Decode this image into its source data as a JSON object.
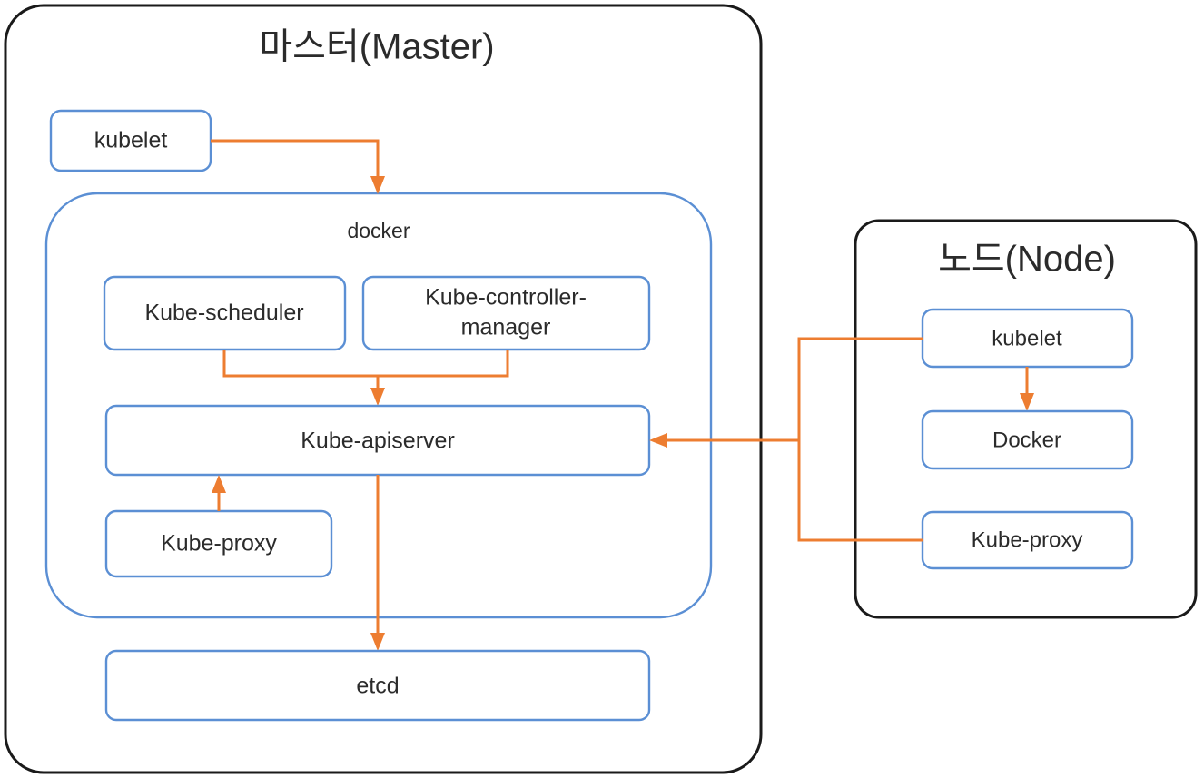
{
  "diagram": {
    "title": "Kubernetes Master/Node architecture",
    "colors": {
      "panel_border": "#1a1a1a",
      "box_border": "#5b8fd4",
      "connector": "#ed7d31",
      "text": "#2b2b2b",
      "background": "#ffffff"
    },
    "panels": [
      {
        "id": "master",
        "title": "마스터(Master)",
        "containers": [
          {
            "id": "docker-container",
            "title": "docker"
          }
        ],
        "boxes": [
          {
            "id": "master-kubelet",
            "label": "kubelet"
          },
          {
            "id": "kube-scheduler",
            "label": "Kube-scheduler"
          },
          {
            "id": "kube-controller-manager",
            "label": "Kube-controller-manager"
          },
          {
            "id": "kube-apiserver",
            "label": "Kube-apiserver"
          },
          {
            "id": "master-kube-proxy",
            "label": "Kube-proxy"
          },
          {
            "id": "etcd",
            "label": "etcd"
          }
        ]
      },
      {
        "id": "node",
        "title": "노드(Node)",
        "containers": [],
        "boxes": [
          {
            "id": "node-kubelet",
            "label": "kubelet"
          },
          {
            "id": "node-docker",
            "label": "Docker"
          },
          {
            "id": "node-kube-proxy",
            "label": "Kube-proxy"
          }
        ]
      }
    ],
    "connectors": [
      {
        "id": "kubelet-to-docker",
        "from": "master-kubelet",
        "to": "docker-container",
        "arrow": true
      },
      {
        "id": "scheduler-to-apiserver",
        "from": "kube-scheduler",
        "to": "kube-apiserver",
        "arrow": true
      },
      {
        "id": "controller-manager-to-apiserver",
        "from": "kube-controller-manager",
        "to": "kube-apiserver",
        "arrow": true
      },
      {
        "id": "kube-proxy-to-apiserver",
        "from": "master-kube-proxy",
        "to": "kube-apiserver",
        "arrow": true
      },
      {
        "id": "apiserver-to-etcd",
        "from": "kube-apiserver",
        "to": "etcd",
        "arrow": true
      },
      {
        "id": "node-kubelet-to-apiserver",
        "from": "node-kubelet",
        "to": "kube-apiserver",
        "arrow": true
      },
      {
        "id": "node-kube-proxy-to-apiserver",
        "from": "node-kube-proxy",
        "to": "kube-apiserver",
        "arrow": true
      },
      {
        "id": "node-kubelet-to-node-docker",
        "from": "node-kubelet",
        "to": "node-docker",
        "arrow": true
      }
    ]
  },
  "labels": {
    "master_title": "마스터(Master)",
    "node_title": "노드(Node)",
    "docker_container": "docker",
    "master_kubelet": "kubelet",
    "kube_scheduler": "Kube-scheduler",
    "kube_controller_manager_line1": "Kube-controller-",
    "kube_controller_manager_line2": "manager",
    "kube_apiserver": "Kube-apiserver",
    "master_kube_proxy": "Kube-proxy",
    "etcd": "etcd",
    "node_kubelet": "kubelet",
    "node_docker": "Docker",
    "node_kube_proxy": "Kube-proxy"
  }
}
